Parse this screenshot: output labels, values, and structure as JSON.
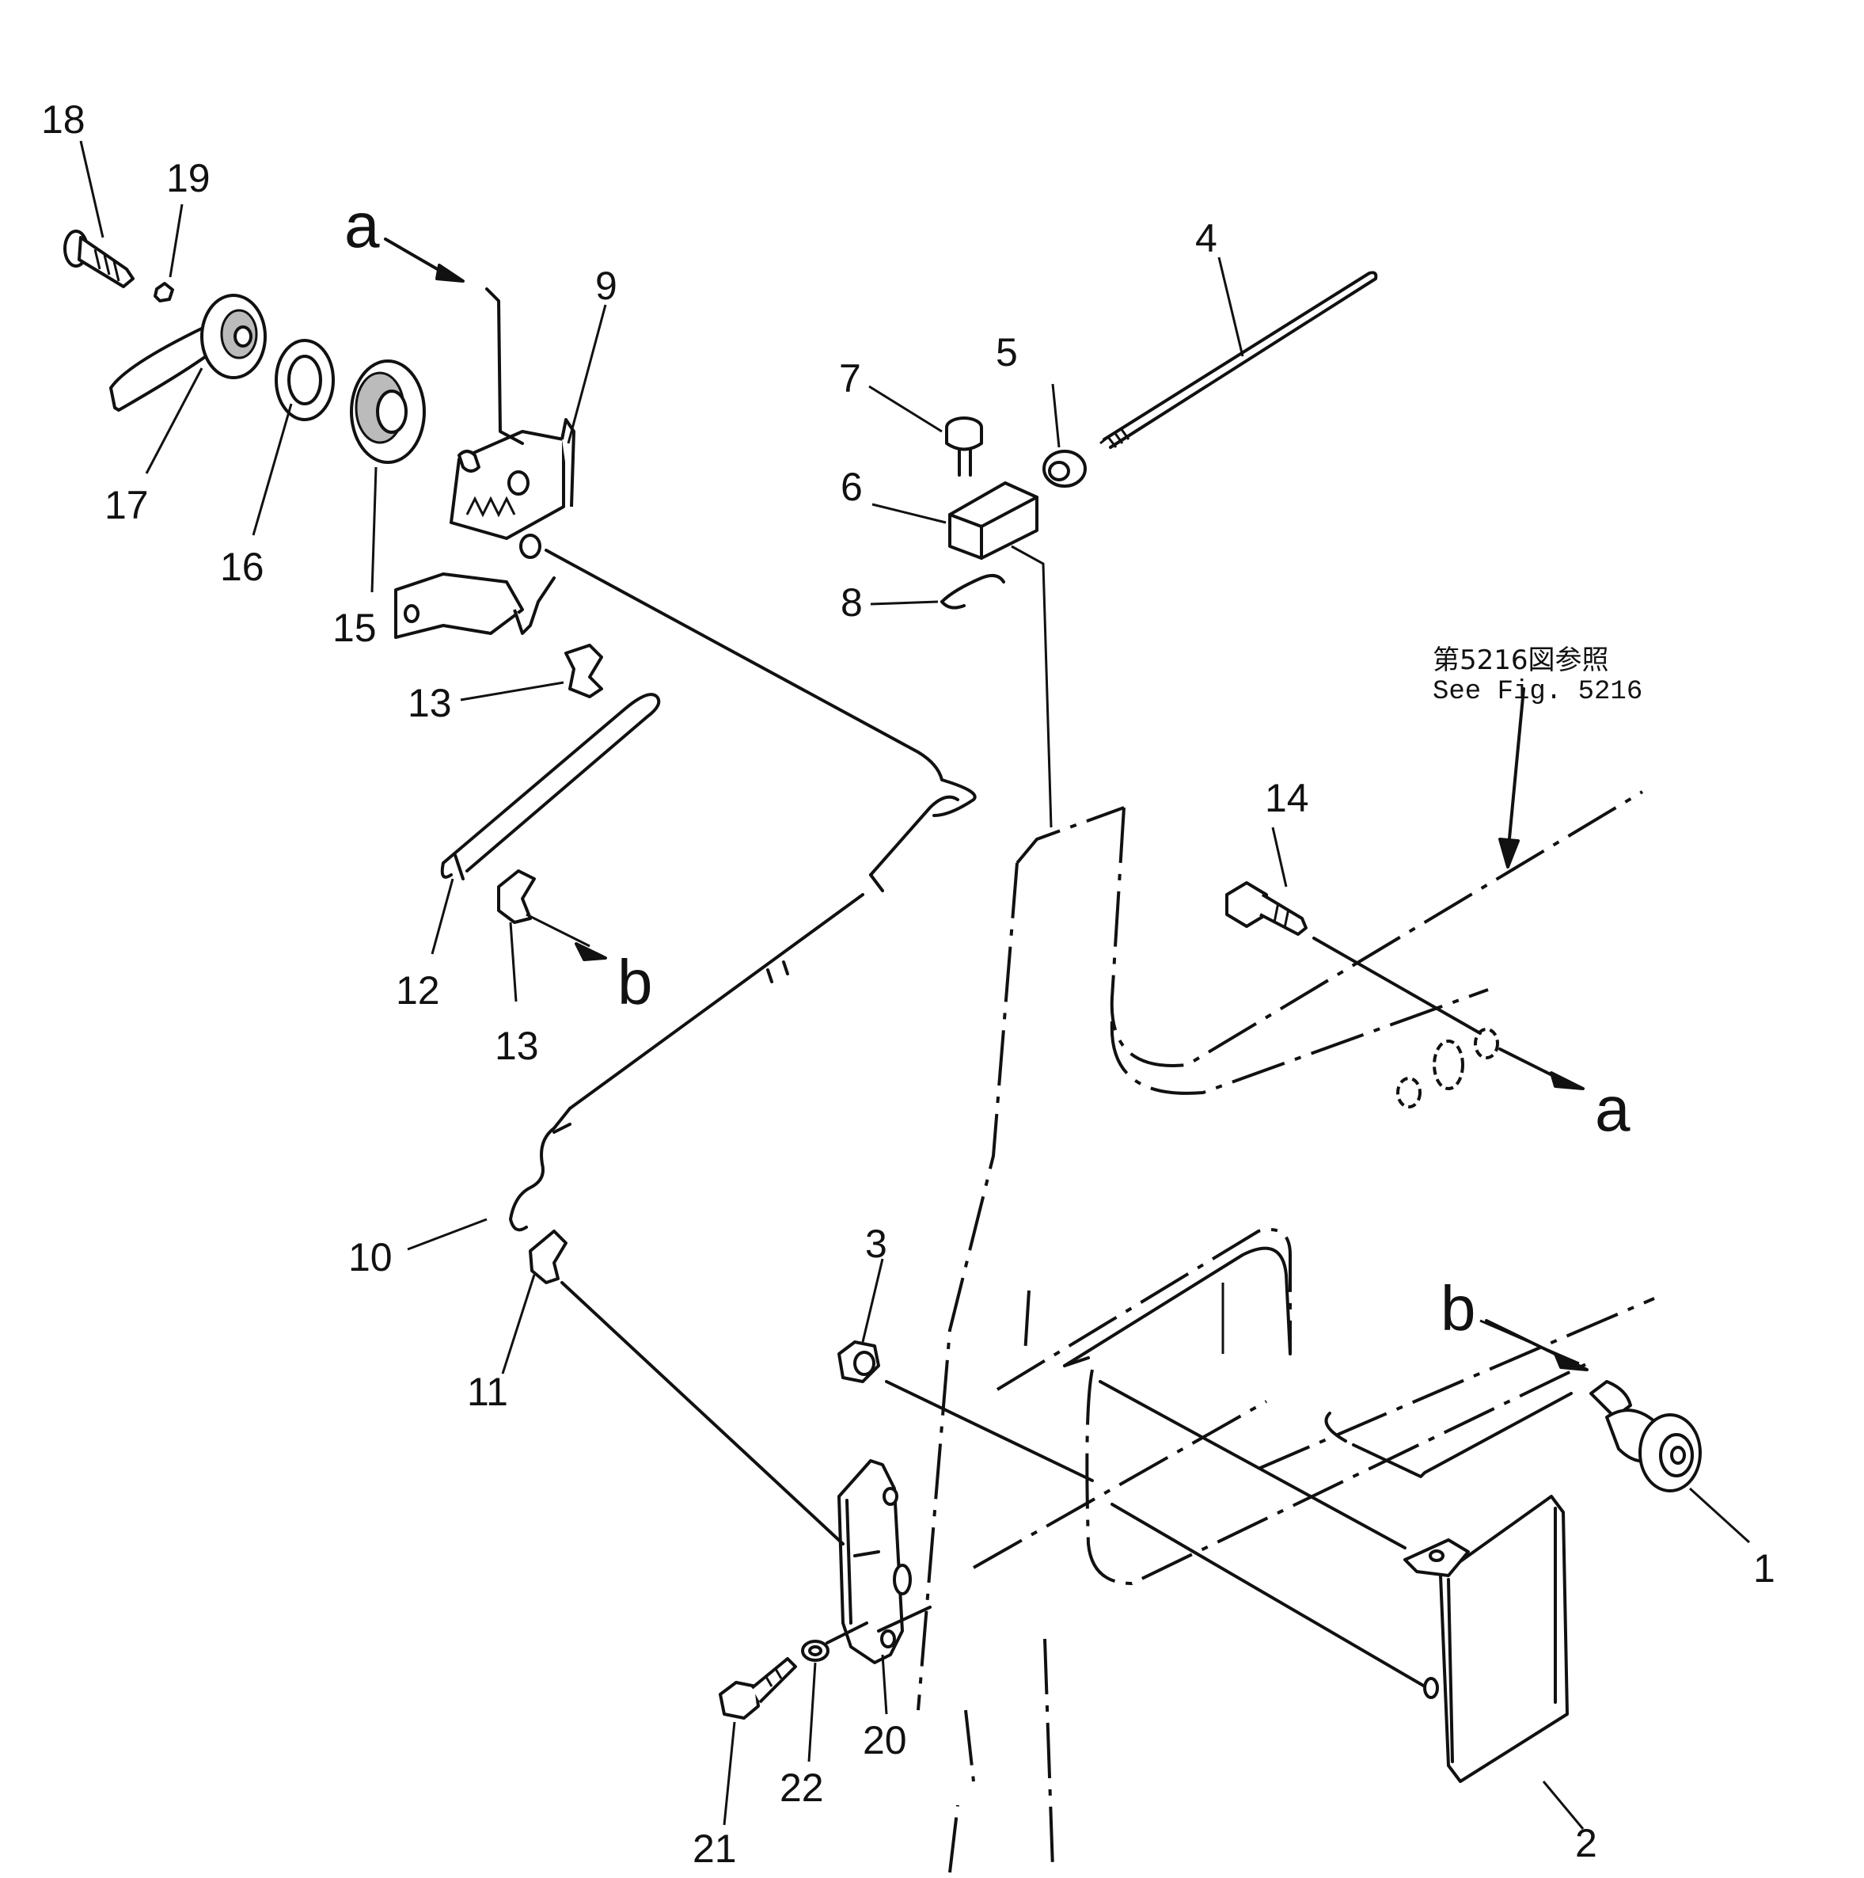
{
  "diagram": {
    "callouts": {
      "n1": "1",
      "n2": "2",
      "n3": "3",
      "n4": "4",
      "n5": "5",
      "n6": "6",
      "n7": "7",
      "n8": "8",
      "n9": "9",
      "n10": "10",
      "n11": "11",
      "n12": "12",
      "n13a": "13",
      "n13b": "13",
      "n14": "14",
      "n15": "15",
      "n16": "16",
      "n17": "17",
      "n18": "18",
      "n19": "19",
      "n20": "20",
      "n21": "21",
      "n22": "22"
    },
    "letters": {
      "a_top": "a",
      "b_mid": "b",
      "a_right": "a",
      "b_right": "b"
    },
    "reference": {
      "jp": "第5216図参照",
      "en": "See  Fig. 5216"
    }
  }
}
